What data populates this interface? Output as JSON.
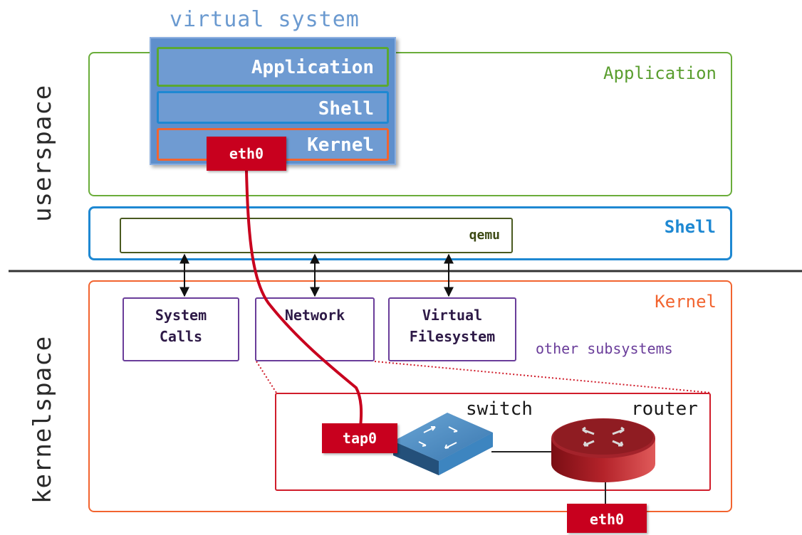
{
  "virtual_system": {
    "title": "virtual system",
    "layers": {
      "application": "Application",
      "shell": "Shell",
      "kernel": "Kernel"
    },
    "interface": "eth0"
  },
  "side_labels": {
    "userspace": "userspace",
    "kernelspace": "kernelspace"
  },
  "regions": {
    "application": "Application",
    "shell": "Shell",
    "kernel": "Kernel"
  },
  "qemu": {
    "label": "qemu"
  },
  "subsystems": {
    "system_calls": [
      "System",
      "Calls"
    ],
    "network": "Network",
    "virtual_filesystem": [
      "Virtual",
      "Filesystem"
    ],
    "other": "other subsystems"
  },
  "network_detail": {
    "switch_label": "switch",
    "router_label": "router",
    "tap": "tap0",
    "host_eth": "eth0"
  },
  "colors": {
    "application_green": "#6aad3a",
    "shell_blue": "#1e88d2",
    "kernel_orange": "#f2642f",
    "subsystem_purple": "#6a3d9a",
    "interface_red": "#c8001e"
  }
}
